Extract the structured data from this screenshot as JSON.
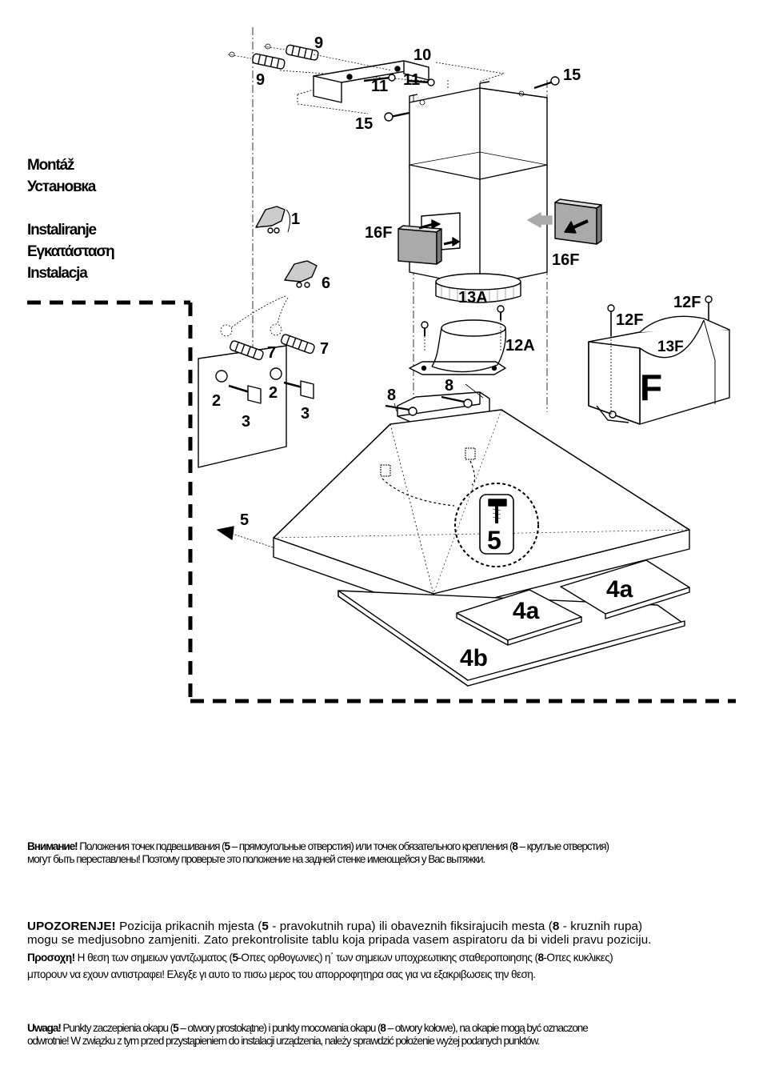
{
  "titles": [
    "Montáž",
    "Установка",
    "Instaliranje",
    "Εγκατάσταση",
    "Instalacja"
  ],
  "labels": {
    "n9a": "9",
    "n9b": "9",
    "n10": "10",
    "n11a": "11",
    "n11b": "11",
    "n15a": "15",
    "n15b": "15",
    "n1": "1",
    "n6": "6",
    "n7a": "7",
    "n7b": "7",
    "n2a": "2",
    "n2b": "2",
    "n3a": "3",
    "n3b": "3",
    "n8a": "8",
    "n8b": "8",
    "n16Fa": "16F",
    "n16Fb": "16F",
    "n13A": "13A",
    "n12A": "12A",
    "n12Fa": "12F",
    "n12Fb": "12F",
    "n13F": "13F",
    "nF": "F",
    "n5a": "5",
    "n5b": "5",
    "n4aa": "4a",
    "n4ab": "4a",
    "n4b": "4b"
  },
  "notes": {
    "ru": {
      "lead": "Внимание!",
      "text1": " Положения точек подвешивания (",
      "b1": "5",
      "text2": " – прямоугольные отверстия) или точек обязательного крепления (",
      "b2": "8",
      "text3": " – круглые отверстия)",
      "line2": "могут быть переставлены! Поэтому проверьте это положение на задней стенке имеющейся у Вас вытяжки."
    },
    "hr": {
      "lead": "UPOZORENJE!",
      "text1": "  Pozicija prikacnih mjesta (",
      "b1": "5",
      "text2": " - pravokutnih rupa)  ili obaveznih fiksirajucih mesta (",
      "b2": "8",
      "text3": " - kruznih rupa)",
      "line2": "mogu se medjusobno zamjeniti. Zato prekontrolisite tablu koja pripada vasem aspiratoru da bi videli pravu poziciju."
    },
    "el": {
      "lead": "Προσοχη!",
      "text1": " Η θεση των σημειων γαντζωματος (",
      "b1": "5",
      "text2": "-Οπες ορθογωνιες) η΄ των σημειων υποχρεωτικης σταθεροποιησης (",
      "b2": "8",
      "text3": "-Οπες κυκλικες)",
      "line2": "μπορουν να εχουν αντιστραφει!    Ελεγξε γι αυτο το πισω μερος του απορροφητηρα σας για να  εξακριβωσεις την θεση."
    },
    "pl": {
      "lead": "Uwaga!",
      "text1": " Punkty zaczepienia okapu (",
      "b1": "5",
      "text2": " – otwory prostokątne) i punkty mocowania okapu (",
      "b2": "8",
      "text3": " – otwory kołowe), na okapie mogą być oznaczone",
      "line2": "odwrotnie! W związku z tym przed przystąpieniem do instalacji urządzenia, należy sprawdzić położenie wyżej podanych punktów."
    }
  }
}
